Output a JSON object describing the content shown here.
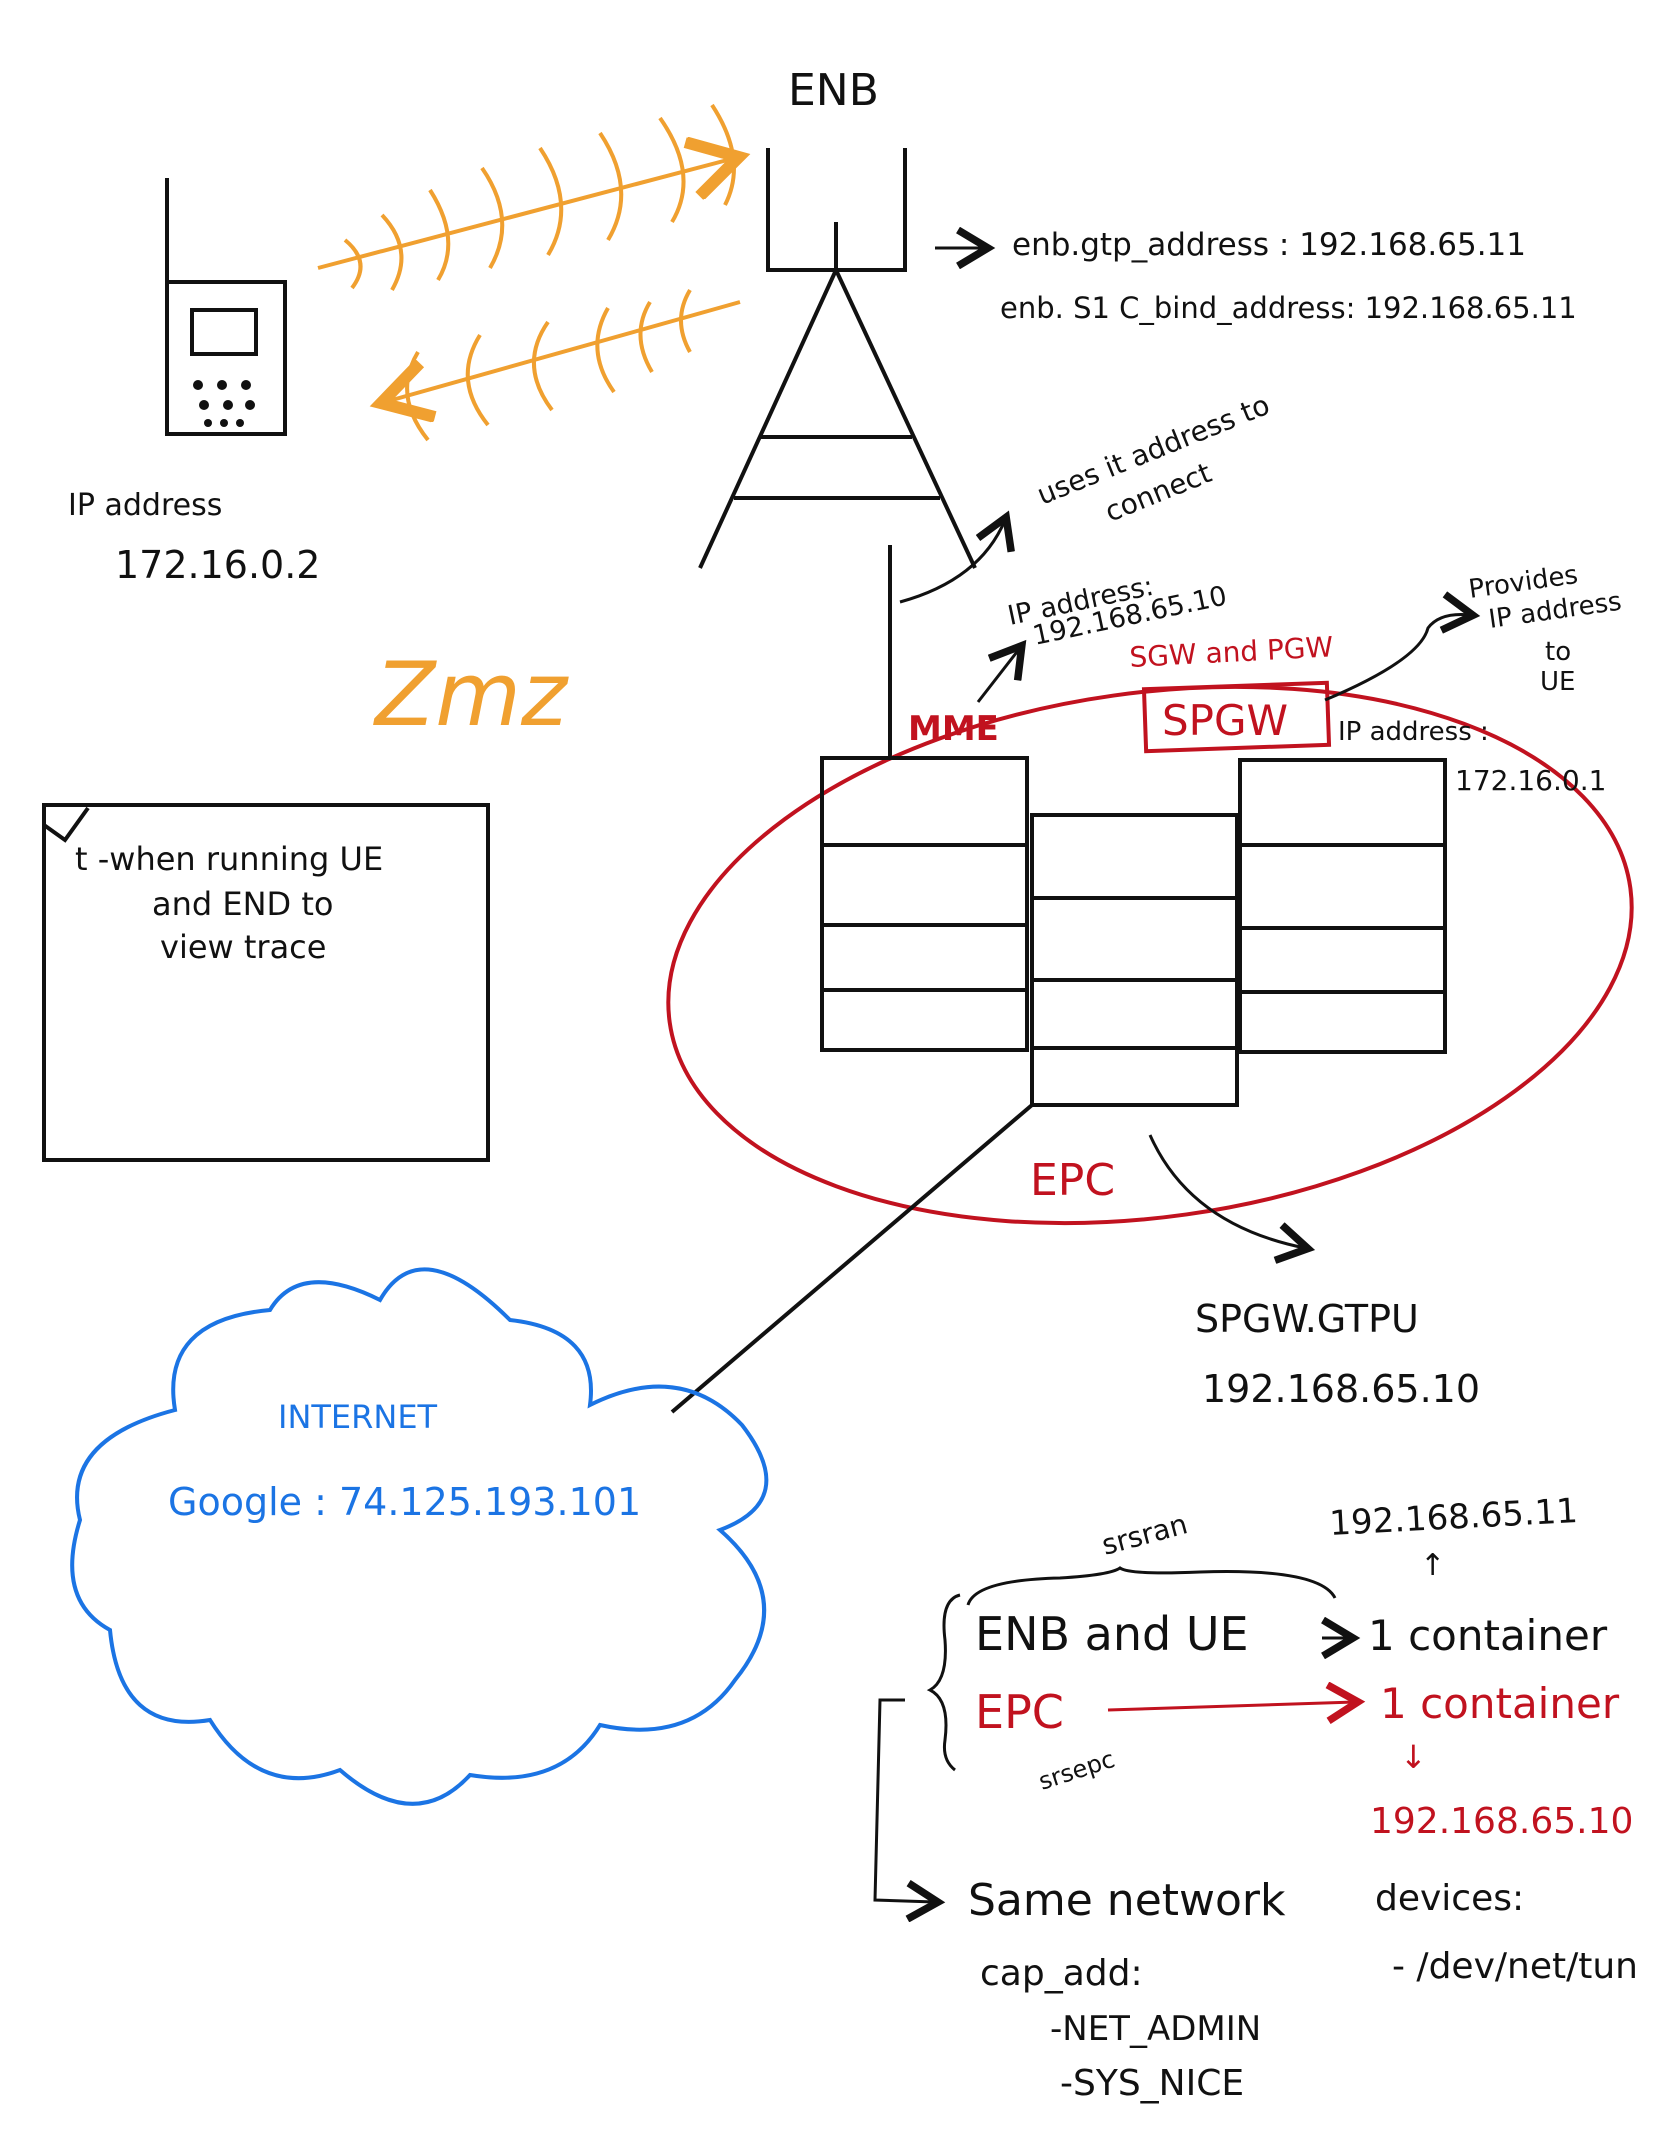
{
  "colors": {
    "black": "#111111",
    "red": "#c1121f",
    "blue": "#1b74e4",
    "orange": "#f0a030"
  },
  "enb": {
    "title": "ENB",
    "gtp_address": "enb.gtp_address : 192.168.65.11",
    "s1c_bind_address": "enb. S1 C_bind_address: 192.168.65.11",
    "uses_ip_note_line1": "uses it address to",
    "uses_ip_note_line2": "connect"
  },
  "ue": {
    "ip_label": "IP address",
    "ip_value": "172.16.0.2"
  },
  "scribble": "Zmz",
  "note": {
    "line1": "t -when running UE",
    "line2": "and END to",
    "line3": "view trace"
  },
  "epc": {
    "label": "EPC",
    "mme_label": "MME",
    "mme_ip_line1": "IP address:",
    "mme_ip_line2": "192.168.65.10",
    "sgw_pgw_label": "SGW and PGW",
    "spgw_label": "SPGW",
    "spgw_ip_line1": "IP address :",
    "spgw_ip_line2": "172.16.0.1",
    "provides_line1": "Provides",
    "provides_line2": "IP address",
    "provides_line3": "to",
    "provides_line4": "UE",
    "spgw_gtpu_line1": "SPGW.GTPU",
    "spgw_gtpu_line2": "192.168.65.10"
  },
  "internet": {
    "title": "INTERNET",
    "google": "Google : 74.125.193.101"
  },
  "containers": {
    "ip_top": "192.168.65.11",
    "srsran": "srsran",
    "enb_ue": "ENB and UE",
    "container1": "1 container",
    "epc": "EPC",
    "srsepc": "srsepc",
    "container2": "1 container",
    "ip_bottom": "192.168.65.10",
    "same_network": "Same network",
    "cap_add": "cap_add:",
    "net_admin": "-NET_ADMIN",
    "sys_nice": "-SYS_NICE",
    "devices": "devices:",
    "dev_tun": "- /dev/net/tun"
  }
}
